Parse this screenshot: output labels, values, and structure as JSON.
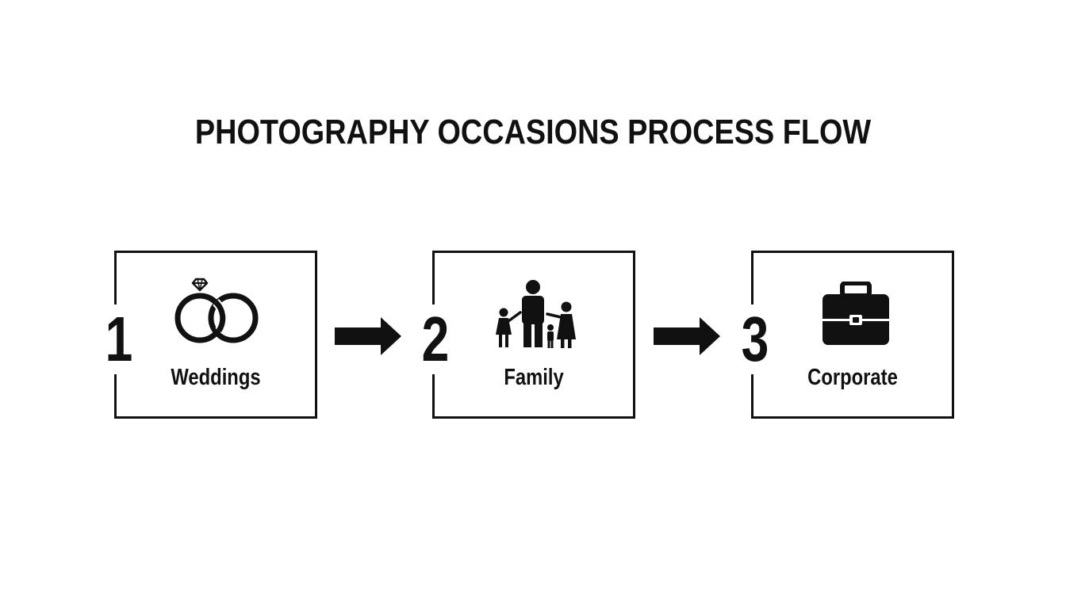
{
  "title": "PHOTOGRAPHY OCCASIONS PROCESS FLOW",
  "steps": [
    {
      "number": "1",
      "label": "Weddings",
      "icon": "wedding-rings-icon"
    },
    {
      "number": "2",
      "label": "Family",
      "icon": "family-icon"
    },
    {
      "number": "3",
      "label": "Corporate",
      "icon": "briefcase-icon"
    }
  ],
  "connectors": [
    {
      "from": "1",
      "to": "2",
      "icon": "arrow-right-icon"
    },
    {
      "from": "2",
      "to": "3",
      "icon": "arrow-right-icon"
    }
  ],
  "colors": {
    "background": "#ffffff",
    "ink": "#111111"
  }
}
